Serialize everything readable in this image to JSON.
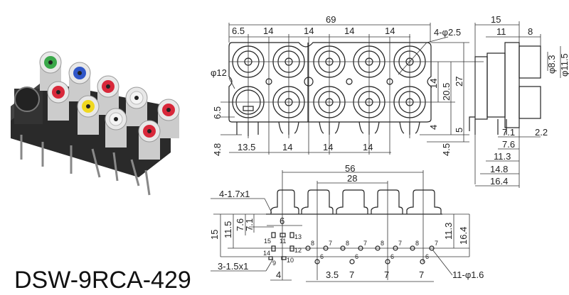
{
  "title": "DSW-9RCA-429",
  "colors": {
    "green": "#3aa84a",
    "blue": "#2f56c8",
    "red": "#d8283a",
    "yellow": "#f0d820",
    "white": "#f4f4f4",
    "body": "#2a2a2a",
    "line": "#333333"
  },
  "front_view": {
    "overall_width": "69",
    "left_offset": "6.5",
    "top_pitch": [
      "14",
      "14",
      "14",
      "14"
    ],
    "mount_holes": "4-φ2.5",
    "din_dia": "φ12",
    "din_offset": "6.5",
    "pin_length": "4.8",
    "bottom_first": "13.5",
    "bottom_pitch": [
      "14",
      "14",
      "14"
    ],
    "row_pitch": "14",
    "height_20_5": "20.5",
    "height_27": "27",
    "dim_4": "4",
    "dim_5": "5",
    "dim_4_5": "4.5"
  },
  "side_view": {
    "depth": "15",
    "body": "11",
    "jack": "8",
    "inner_dia": "φ8.3",
    "outer_dia": "φ11.5",
    "d7_1": "7.1",
    "d2_2": "2.2",
    "d7_6": "7.6",
    "d11_3": "11.3",
    "d14_8": "14.8",
    "d16_4": "16.4"
  },
  "bottom_view": {
    "span56": "56",
    "span28": "28",
    "slots": "4-1.7x1",
    "d6": "6",
    "d15": "15",
    "d11_5": "11.5",
    "d7_6": "7.6",
    "d7_1": "7.1",
    "din_pins": [
      "15",
      "11",
      "13",
      "14",
      "12",
      "9",
      "10"
    ],
    "small_slots": "3-1.5x1",
    "d4": "4",
    "d3_5": "3.5",
    "pitch": [
      "7",
      "7",
      "7"
    ],
    "holes": "11-φ1.6",
    "d11_3": "11.3",
    "d16_4": "16.4",
    "pin_labels": [
      "8",
      "7",
      "6"
    ]
  }
}
